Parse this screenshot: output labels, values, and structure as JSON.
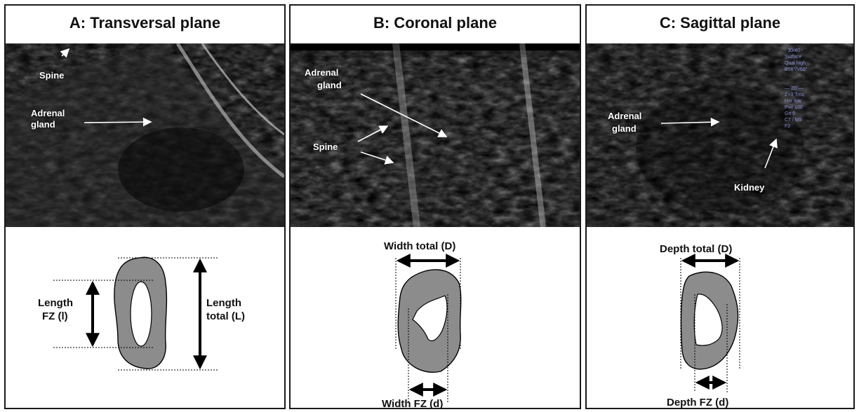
{
  "panels": [
    {
      "title": "A: Transversal plane",
      "labels": {
        "spine": "Spine",
        "adrenal_1": "Adrenal",
        "adrenal_2": "gland"
      },
      "diagram": {
        "inner_1": "Length",
        "inner_2": "FZ (l)",
        "outer_1": "Length",
        "outer_2": "total (L)"
      }
    },
    {
      "title": "B: Coronal plane",
      "labels": {
        "adrenal_1": "Adrenal",
        "adrenal_2": "gland",
        "spine": "Spine"
      },
      "diagram": {
        "total": "Width total (D)",
        "fz": "Width FZ (d)"
      }
    },
    {
      "title": "C: Sagittal plane",
      "labels": {
        "adrenal_1": "Adrenal",
        "adrenal_2": "gland",
        "kidney": "Kidney"
      },
      "diagram": {
        "total": "Depth total (D)",
        "fz": "Depth FZ (d)"
      }
    }
  ],
  "colors": {
    "gland_fill": "#8c8c8c",
    "frame": "#1a1a1a",
    "ultrasound_bg": "#000000"
  }
}
